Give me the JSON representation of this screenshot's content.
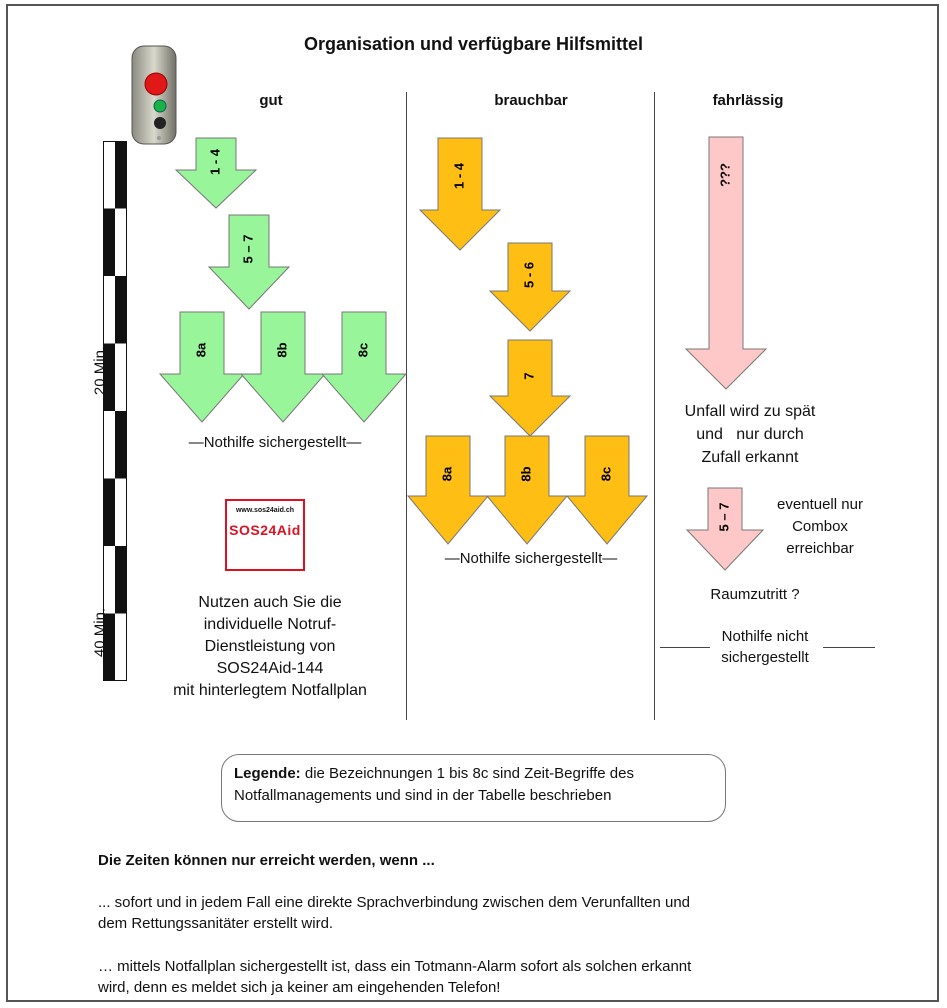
{
  "title": "Organisation und verfügbare Hilfsmittel",
  "columns": {
    "gut": "gut",
    "brauchbar": "brauchbar",
    "fahrlaessig": "fahrlässig"
  },
  "ruler": {
    "label_20": "20 Min.",
    "label_40": "40 Min."
  },
  "gut": {
    "arrows": [
      "1 - 4",
      "5 – 7",
      "8a",
      "8b",
      "8c"
    ],
    "nothilfe": "—Nothilfe sichergestellt—",
    "logo_url": "www.sos24aid.ch",
    "logo_text": "SOS24Aid",
    "info_lines": [
      "Nutzen auch Sie die",
      "individuelle Notruf-",
      "Dienstleistung von",
      "SOS24Aid-144",
      "mit hinterlegtem Notfallplan"
    ]
  },
  "brauchbar": {
    "arrows": [
      "1 - 4",
      "5 - 6",
      "7",
      "8a",
      "8b",
      "8c"
    ],
    "nothilfe": "—Nothilfe sichergestellt—"
  },
  "fahrlaessig": {
    "arrow_big": "???",
    "unfall_lines": [
      "Unfall wird zu spät",
      "und   nur durch",
      "Zufall erkannt"
    ],
    "arrow_small": "5 – 7",
    "combox_lines": [
      "eventuell nur",
      "Combox",
      "erreichbar"
    ],
    "raumzutritt": "Raumzutritt ?",
    "nothilfe_lines": [
      "Nothilfe nicht",
      "sichergestellt"
    ]
  },
  "legend": {
    "bold": "Legende:",
    "line1": " die Bezeichnungen 1 bis 8c sind Zeit-Begriffe des",
    "line2": "Notfallmanagements  und sind in der Tabelle beschrieben"
  },
  "text": {
    "heading": "Die Zeiten können nur erreicht werden, wenn ...",
    "p1_line1": "... sofort und  in jedem Fall eine direkte Sprachverbindung zwischen dem Verunfallten und",
    "p1_line2": "dem Rettungssanitäter erstellt wird.",
    "p2_line1": "… mittels Notfallplan sichergestellt ist, dass ein Totmann-Alarm sofort als solchen erkannt",
    "p2_line2": "wird, denn es meldet sich ja keiner am eingehenden Telefon!"
  },
  "colors": {
    "green": "#99f59a",
    "orange": "#ffbe14",
    "pink": "#ffc8c8",
    "stroke": "#777777",
    "logo_red": "#dd1122"
  }
}
